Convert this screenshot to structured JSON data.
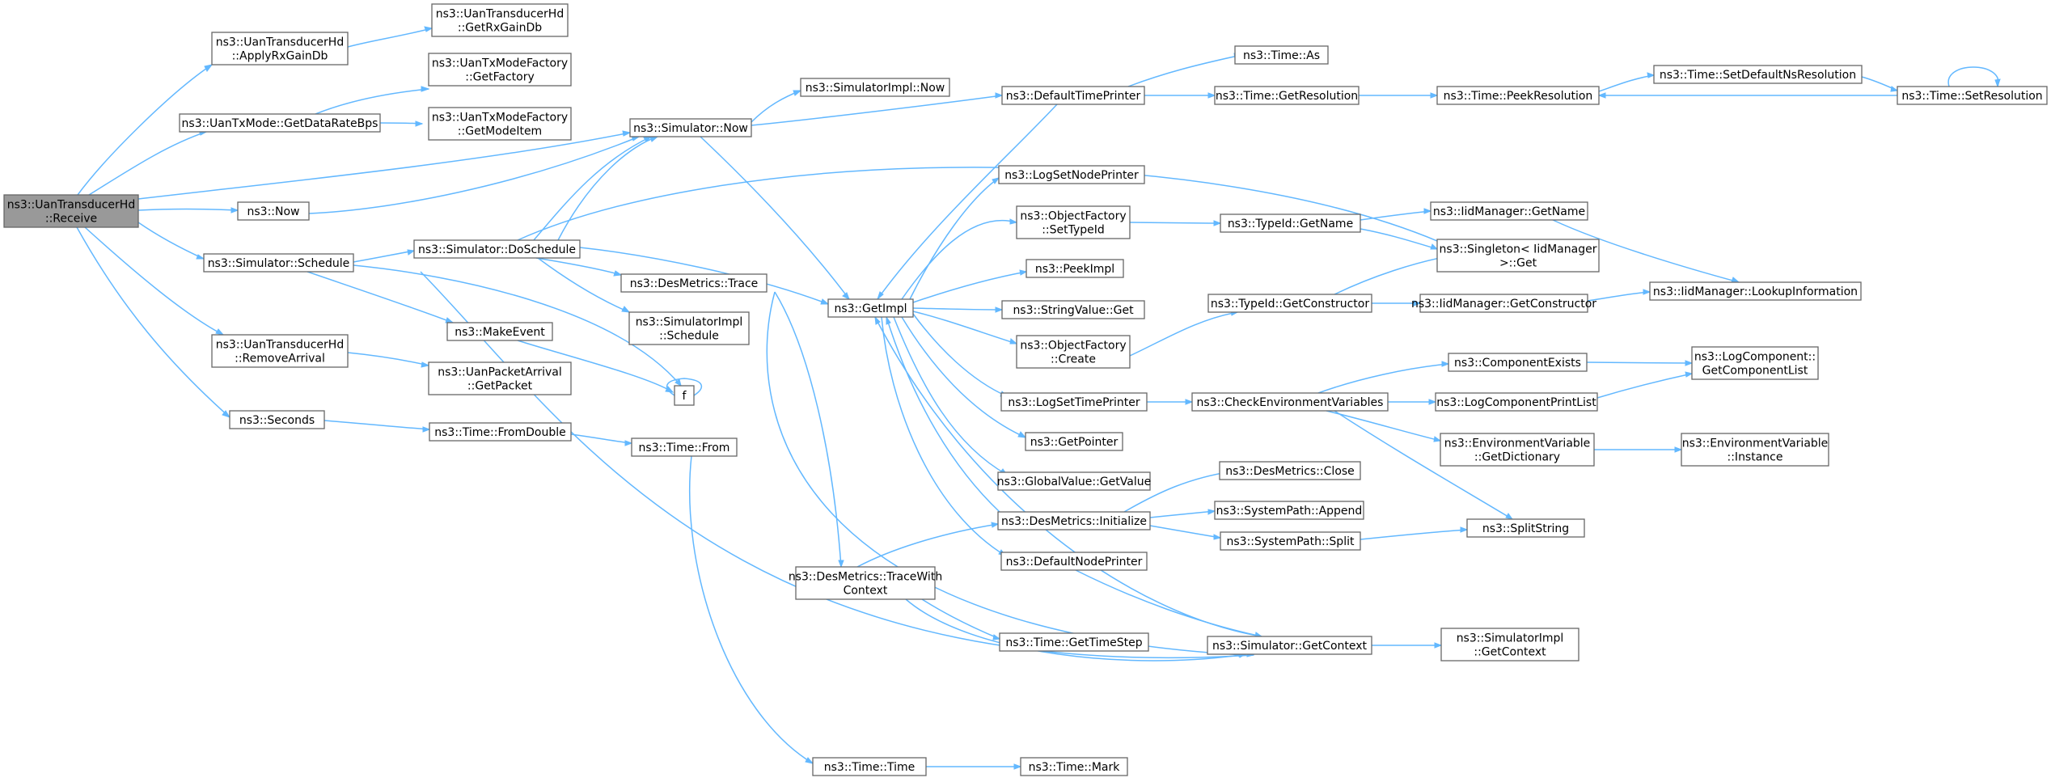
{
  "graph": {
    "nodes": [
      {
        "id": "receive",
        "root": true,
        "lines": [
          "ns3::UanTransducerHd",
          "::Receive"
        ]
      },
      {
        "id": "applyRxGainDb",
        "lines": [
          "ns3::UanTransducerHd",
          "::ApplyRxGainDb"
        ]
      },
      {
        "id": "getRxGainDb",
        "lines": [
          "ns3::UanTransducerHd",
          "::GetRxGainDb"
        ]
      },
      {
        "id": "getDataRateBps",
        "lines": [
          "ns3::UanTxMode::GetDataRateBps"
        ]
      },
      {
        "id": "getFactory",
        "lines": [
          "ns3::UanTxModeFactory",
          "::GetFactory"
        ]
      },
      {
        "id": "getModeItem",
        "lines": [
          "ns3::UanTxModeFactory",
          "::GetModeItem"
        ]
      },
      {
        "id": "simNow",
        "lines": [
          "ns3::Simulator::Now"
        ]
      },
      {
        "id": "simImplNow",
        "lines": [
          "ns3::SimulatorImpl::Now"
        ]
      },
      {
        "id": "now",
        "lines": [
          "ns3::Now"
        ]
      },
      {
        "id": "simSchedule",
        "lines": [
          "ns3::Simulator::Schedule"
        ]
      },
      {
        "id": "doSchedule",
        "lines": [
          "ns3::Simulator::DoSchedule"
        ]
      },
      {
        "id": "desTrace",
        "lines": [
          "ns3::DesMetrics::Trace"
        ]
      },
      {
        "id": "simImplSchedule",
        "lines": [
          "ns3::SimulatorImpl",
          "::Schedule"
        ]
      },
      {
        "id": "makeEvent",
        "lines": [
          "ns3::MakeEvent"
        ]
      },
      {
        "id": "f",
        "lines": [
          "f"
        ]
      },
      {
        "id": "removeArrival",
        "lines": [
          "ns3::UanTransducerHd",
          "::RemoveArrival"
        ]
      },
      {
        "id": "getPacket",
        "lines": [
          "ns3::UanPacketArrival",
          "::GetPacket"
        ]
      },
      {
        "id": "seconds",
        "lines": [
          "ns3::Seconds"
        ]
      },
      {
        "id": "fromDouble",
        "lines": [
          "ns3::Time::FromDouble"
        ]
      },
      {
        "id": "timeFrom",
        "lines": [
          "ns3::Time::From"
        ]
      },
      {
        "id": "getImpl",
        "lines": [
          "ns3::GetImpl"
        ]
      },
      {
        "id": "defaultTimePrinter",
        "lines": [
          "ns3::DefaultTimePrinter"
        ]
      },
      {
        "id": "timeAs",
        "lines": [
          "ns3::Time::As"
        ]
      },
      {
        "id": "getResolution",
        "lines": [
          "ns3::Time::GetResolution"
        ]
      },
      {
        "id": "peekResolution",
        "lines": [
          "ns3::Time::PeekResolution"
        ]
      },
      {
        "id": "setDefaultNsRes",
        "lines": [
          "ns3::Time::SetDefaultNsResolution"
        ]
      },
      {
        "id": "setResolution",
        "lines": [
          "ns3::Time::SetResolution"
        ]
      },
      {
        "id": "logSetNodePrinter",
        "lines": [
          "ns3::LogSetNodePrinter"
        ]
      },
      {
        "id": "setTypeId",
        "lines": [
          "ns3::ObjectFactory",
          "::SetTypeId"
        ]
      },
      {
        "id": "typeIdGetName",
        "lines": [
          "ns3::TypeId::GetName"
        ]
      },
      {
        "id": "iidGetName",
        "lines": [
          "ns3::IidManager::GetName"
        ]
      },
      {
        "id": "singletonGet",
        "lines": [
          "ns3::Singleton< IidManager",
          " >::Get"
        ]
      },
      {
        "id": "peekImpl",
        "lines": [
          "ns3::PeekImpl"
        ]
      },
      {
        "id": "stringValueGet",
        "lines": [
          "ns3::StringValue::Get"
        ]
      },
      {
        "id": "typeIdGetConstructor",
        "lines": [
          "ns3::TypeId::GetConstructor"
        ]
      },
      {
        "id": "iidGetConstructor",
        "lines": [
          "ns3::IidManager::GetConstructor"
        ]
      },
      {
        "id": "lookupInformation",
        "lines": [
          "ns3::IidManager::LookupInformation"
        ]
      },
      {
        "id": "factoryCreate",
        "lines": [
          "ns3::ObjectFactory",
          "::Create"
        ]
      },
      {
        "id": "componentExists",
        "lines": [
          "ns3::ComponentExists"
        ]
      },
      {
        "id": "getComponentList",
        "lines": [
          "ns3::LogComponent::",
          "GetComponentList"
        ]
      },
      {
        "id": "logSetTimePrinter",
        "lines": [
          "ns3::LogSetTimePrinter"
        ]
      },
      {
        "id": "checkEnvVars",
        "lines": [
          "ns3::CheckEnvironmentVariables"
        ]
      },
      {
        "id": "logComponentPrintList",
        "lines": [
          "ns3::LogComponentPrintList"
        ]
      },
      {
        "id": "getPointer",
        "lines": [
          "ns3::GetPointer"
        ]
      },
      {
        "id": "getDictionary",
        "lines": [
          "ns3::EnvironmentVariable",
          "::GetDictionary"
        ]
      },
      {
        "id": "envInstance",
        "lines": [
          "ns3::EnvironmentVariable",
          "::Instance"
        ]
      },
      {
        "id": "globalValueGet",
        "lines": [
          "ns3::GlobalValue::GetValue"
        ]
      },
      {
        "id": "desClose",
        "lines": [
          "ns3::DesMetrics::Close"
        ]
      },
      {
        "id": "systemPathAppend",
        "lines": [
          "ns3::SystemPath::Append"
        ]
      },
      {
        "id": "desInitialize",
        "lines": [
          "ns3::DesMetrics::Initialize"
        ]
      },
      {
        "id": "splitString",
        "lines": [
          "ns3::SplitString"
        ]
      },
      {
        "id": "systemPathSplit",
        "lines": [
          "ns3::SystemPath::Split"
        ]
      },
      {
        "id": "defaultNodePrinter",
        "lines": [
          "ns3::DefaultNodePrinter"
        ]
      },
      {
        "id": "traceWithContext",
        "lines": [
          "ns3::DesMetrics::TraceWith",
          "Context"
        ]
      },
      {
        "id": "getTimeStep",
        "lines": [
          "ns3::Time::GetTimeStep"
        ]
      },
      {
        "id": "simGetContext",
        "lines": [
          "ns3::Simulator::GetContext"
        ]
      },
      {
        "id": "simImplGetContext",
        "lines": [
          "ns3::SimulatorImpl",
          "::GetContext"
        ]
      },
      {
        "id": "timeTime",
        "lines": [
          "ns3::Time::Time"
        ]
      },
      {
        "id": "timeMark",
        "lines": [
          "ns3::Time::Mark"
        ]
      }
    ]
  }
}
